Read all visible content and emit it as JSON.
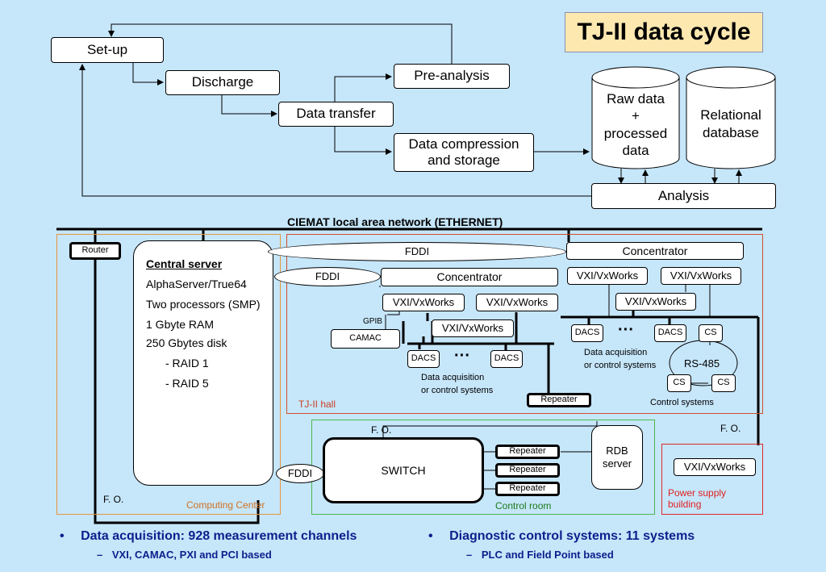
{
  "title": "TJ-II data cycle",
  "cycle": {
    "setup": "Set-up",
    "discharge": "Discharge",
    "data_transfer": "Data transfer",
    "pre_analysis": "Pre-analysis",
    "compression": "Data compression\nand storage",
    "raw_data": "Raw data\n+\nprocessed\ndata",
    "relational_db": "Relational\ndatabase",
    "analysis": "Analysis"
  },
  "network": {
    "lan_title": "CIEMAT local area network (ETHERNET)",
    "router": "Router",
    "server": {
      "title": "Central server",
      "lines": [
        "AlphaServer/True64",
        "Two processors (SMP)",
        "1 Gbyte RAM",
        "250 Gbytes disk",
        "- RAID 1",
        "- RAID 5"
      ]
    },
    "fddi": "FDDI",
    "concentrator": "Concentrator",
    "vxi": "VXI/VxWorks",
    "gpib": "GPIB",
    "camac": "CAMAC",
    "dacs": "DACS",
    "ellipsis": "···",
    "cs": "CS",
    "rs485": "RS-485",
    "daq_caption": "Data acquisition\nor control systems",
    "control_systems": "Control systems",
    "repeater": "Repeater",
    "switch": "SWITCH",
    "rdb": "RDB\nserver",
    "fo": "F. O.",
    "tj_hall": "TJ-II hall",
    "computing_center": "Computing Center",
    "control_room": "Control room",
    "power_supply": "Power supply\nbuilding"
  },
  "bullets": {
    "left_main": "Data acquisition: 928 measurement channels",
    "left_sub": "VXI, CAMAC, PXI and PCI based",
    "right_main": "Diagnostic control systems: 11 systems",
    "right_sub": "PLC and Field Point based",
    "bullet": "•",
    "dash": "–"
  },
  "colors": {
    "background": "#c6e6fa",
    "title_bg": "#fde8b0",
    "computing_center": "#e8963c",
    "tj_hall": "#d2502a",
    "control_room": "#4cb84c",
    "power_supply": "#e02828",
    "bullet_text": "#0b1f8c"
  }
}
